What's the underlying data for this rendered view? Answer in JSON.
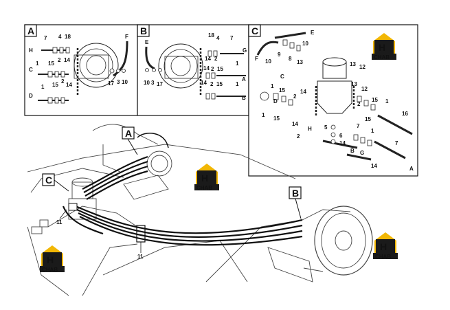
{
  "panels": [
    {
      "letter": "A"
    },
    {
      "letter": "B"
    },
    {
      "letter": "C"
    }
  ],
  "overview_labels": {
    "a": "A",
    "b": "B",
    "c": "C"
  },
  "callouts": {
    "a": [
      "7",
      "4",
      "18",
      "F",
      "H",
      "1",
      "C",
      "15",
      "2",
      "14",
      "17",
      "3",
      "10",
      "D",
      "1",
      "15",
      "2",
      "14"
    ],
    "b": [
      "18",
      "4",
      "7",
      "E",
      "G",
      "14",
      "2",
      "1",
      "10",
      "3",
      "17",
      "14",
      "2",
      "15",
      "A",
      "1",
      "14",
      "2",
      "15",
      "B"
    ],
    "c": [
      "E",
      "10",
      "F",
      "10",
      "9",
      "8",
      "13",
      "C",
      "15",
      "1",
      "13",
      "12",
      "13",
      "12",
      "D",
      "2",
      "14",
      "1",
      "15",
      "14",
      "2",
      "15",
      "1",
      "16",
      "5",
      "6",
      "14",
      "7",
      "H",
      "2",
      "15",
      "1",
      "7",
      "G",
      "14",
      "B",
      "A"
    ],
    "overview": [
      "11",
      "11"
    ]
  },
  "watermark": {
    "top": "H",
    "bottom": "CHAB",
    "color_dark": "#1a1a1a",
    "color_accent": "#f2b705"
  }
}
